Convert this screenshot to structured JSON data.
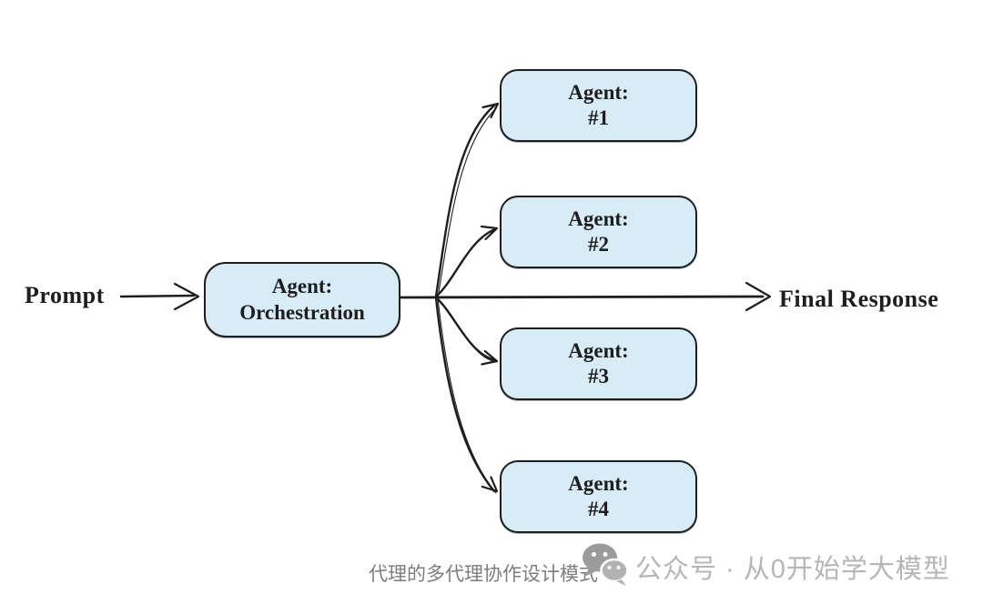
{
  "diagram": {
    "prompt_label": "Prompt",
    "final_response_label": "Final Response",
    "orchestrator_box": {
      "title": "Agent:",
      "subtitle": "Orchestration"
    },
    "agent_boxes": [
      {
        "title": "Agent:",
        "subtitle": "#1"
      },
      {
        "title": "Agent:",
        "subtitle": "#2"
      },
      {
        "title": "Agent:",
        "subtitle": "#3"
      },
      {
        "title": "Agent:",
        "subtitle": "#4"
      }
    ]
  },
  "footer": {
    "caption": "代理的多代理协作设计模式",
    "watermark_icon": "wechat-logo",
    "watermark_text": "公众号 · 从0开始学大模型"
  },
  "colors": {
    "box_fill": "#d8ecf8",
    "stroke": "#1e1e1e",
    "caption_text": "#7d7d7d",
    "watermark_text": "#b6b6b6"
  }
}
